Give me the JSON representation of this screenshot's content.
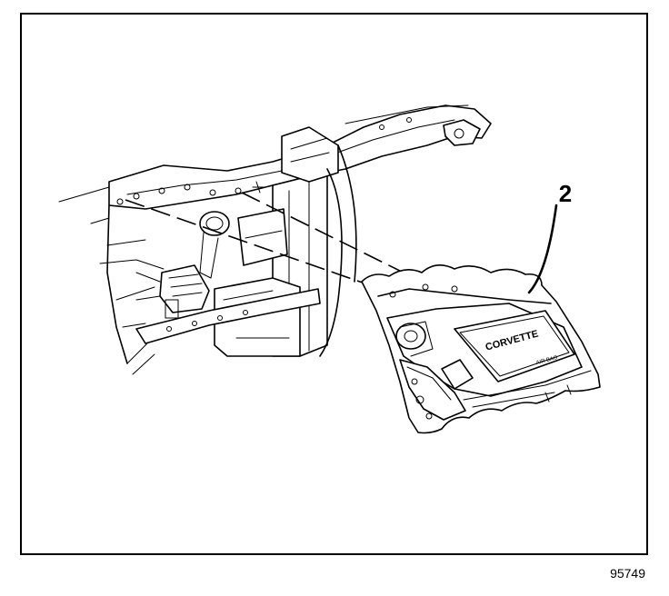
{
  "callout": {
    "label": "2"
  },
  "module_badge": {
    "text": "CORVETTE",
    "subtext": "AIR BAG"
  },
  "figure_number": "95749",
  "colors": {
    "ink": "#000000",
    "paper": "#ffffff"
  }
}
